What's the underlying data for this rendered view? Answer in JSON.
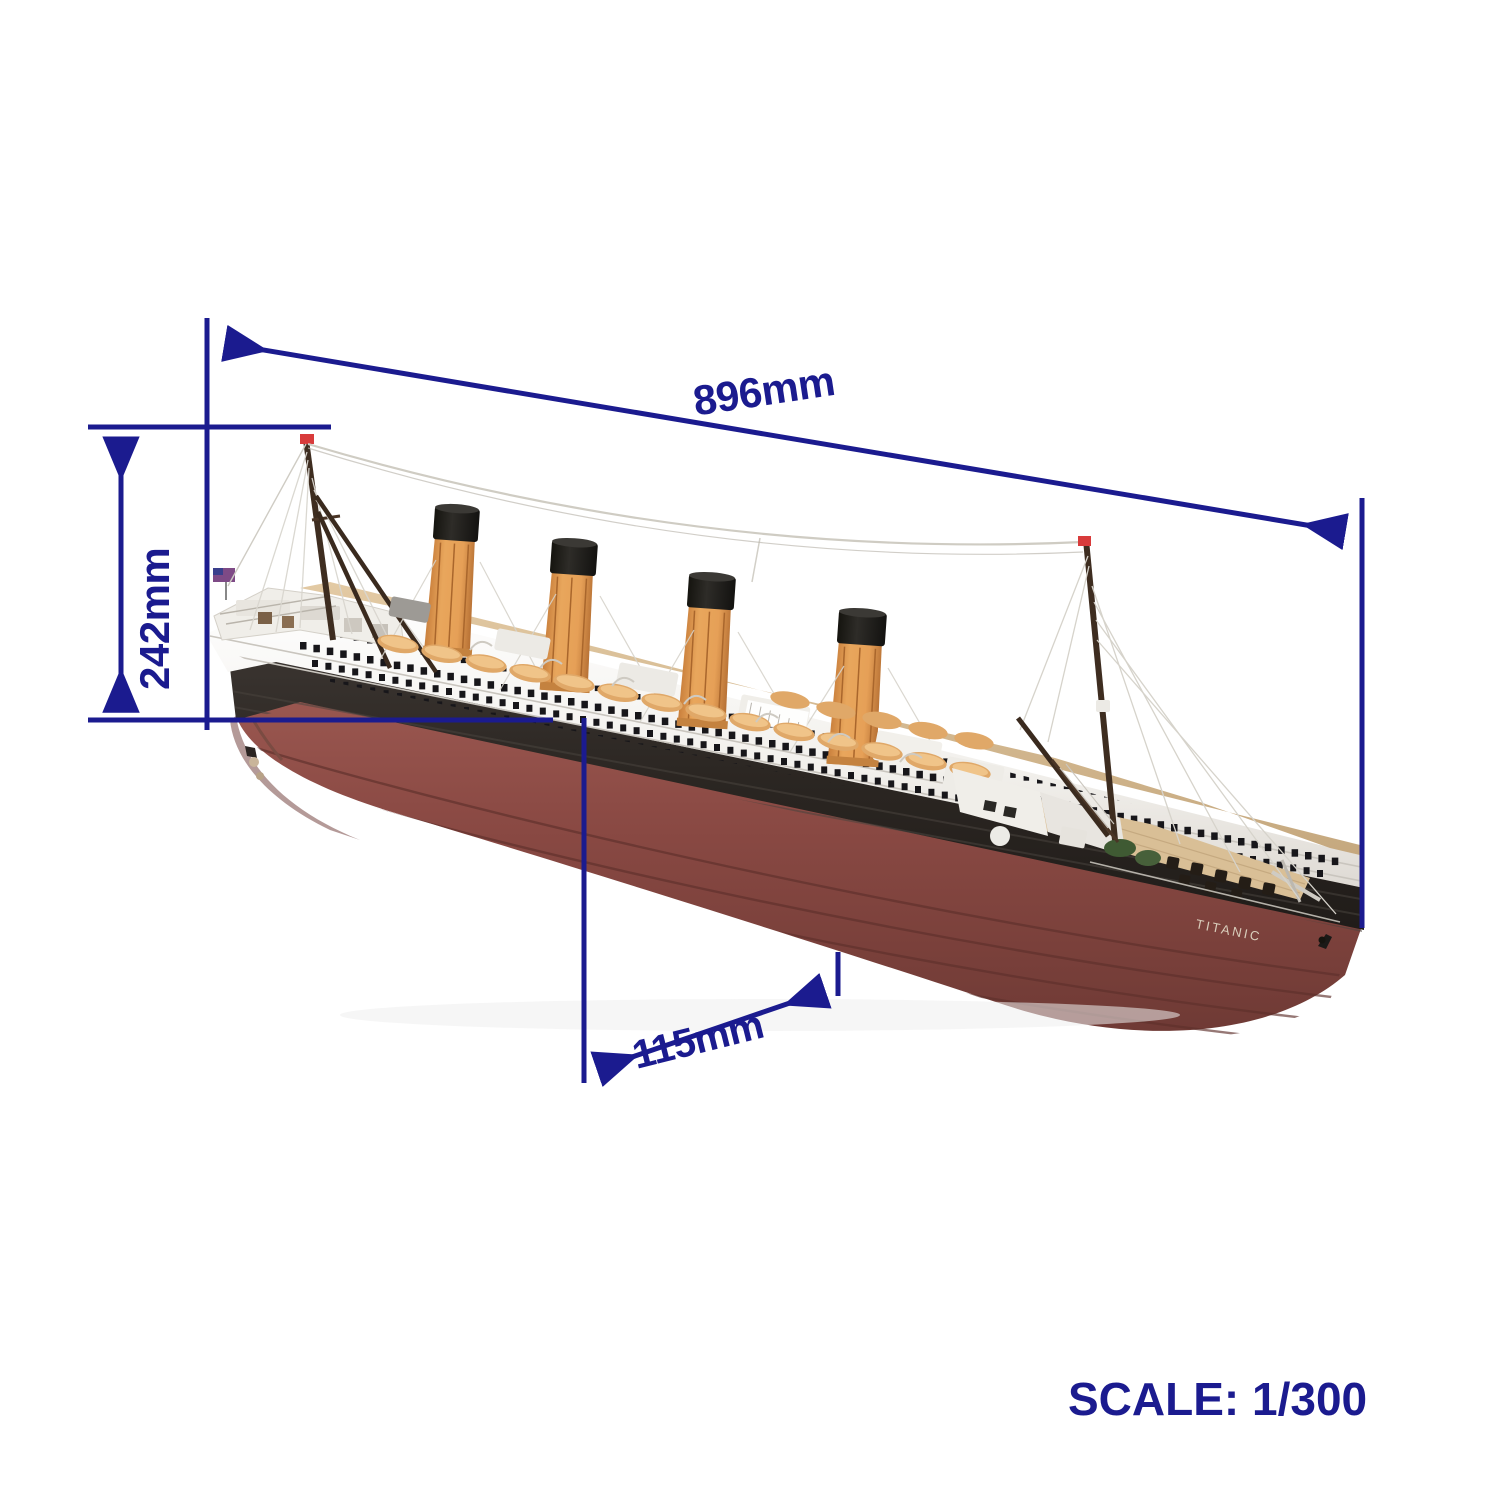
{
  "image": {
    "subject": "RMS Titanic scale model ship",
    "background_color": "#ffffff",
    "annotation_color": "#1b1b8f"
  },
  "dimensions": {
    "length": {
      "value": "896mm",
      "name": "overall-length"
    },
    "height": {
      "value": "242mm",
      "name": "overall-height"
    },
    "width": {
      "value": "115mm",
      "name": "overall-beam"
    }
  },
  "scale": {
    "label": "SCALE: 1/300"
  },
  "model": {
    "hull_name": "TITANIC",
    "funnel_count": 4,
    "colors": {
      "lower_hull": "#8b4a44",
      "upper_hull": "#2b2622",
      "superstructure": "#f4f2ee",
      "funnel_body": "#e09a52",
      "funnel_top": "#1d1c1a",
      "deck": "#d8bc94",
      "mast": "#4a3526",
      "lifeboat": "#e0a868",
      "flag_red": "#d83b3b"
    }
  }
}
